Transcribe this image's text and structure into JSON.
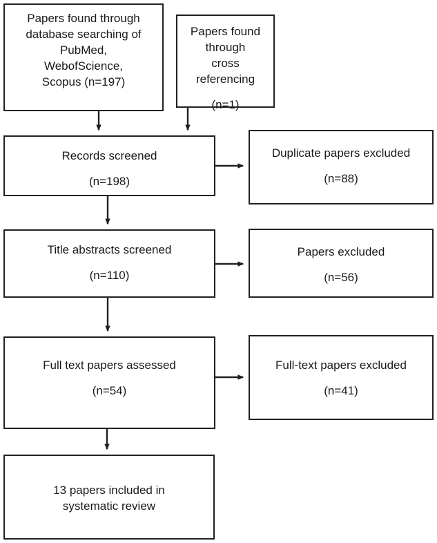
{
  "diagram": {
    "type": "prisma-flow-diagram",
    "background_color": "#ffffff",
    "stroke_color": "#231f20",
    "text_color": "#1a1a1a",
    "nodes": [
      {
        "id": "database-search",
        "lines": [
          "Papers found through",
          "database searching of",
          "PubMed,",
          "WebofScience,",
          "Scopus (n=197)"
        ],
        "count": 197
      },
      {
        "id": "cross-reference",
        "lines": [
          "Papers found",
          "through",
          "cross",
          "referencing"
        ],
        "count_line": "(n=1)",
        "count": 1
      },
      {
        "id": "records-screened",
        "lines": [
          "Records screened"
        ],
        "count_line": "(n=198)",
        "count": 198
      },
      {
        "id": "duplicates-excluded",
        "lines": [
          "Duplicate papers excluded"
        ],
        "count_line": "(n=88)",
        "count": 88
      },
      {
        "id": "title-abstracts-screened",
        "lines": [
          "Title abstracts screened"
        ],
        "count_line": "(n=110)",
        "count": 110
      },
      {
        "id": "papers-excluded",
        "lines": [
          "Papers excluded"
        ],
        "count_line": "(n=56)",
        "count": 56
      },
      {
        "id": "fulltext-assessed",
        "lines": [
          "Full text papers assessed"
        ],
        "count_line": "(n=54)",
        "count": 54
      },
      {
        "id": "fulltext-excluded",
        "lines": [
          "Full-text papers excluded"
        ],
        "count_line": "(n=41)",
        "count": 41
      },
      {
        "id": "included",
        "lines": [
          "13 papers included in",
          "systematic review"
        ],
        "count": 13
      }
    ]
  },
  "boxes": {
    "database_search": {
      "line1": "Papers found through",
      "line2": "database searching of",
      "line3": "PubMed,",
      "line4": "WebofScience,",
      "line5": "Scopus (n=197)"
    },
    "cross_reference": {
      "line1": "Papers found",
      "line2": "through",
      "line3": "cross",
      "line4": "referencing",
      "count": "(n=1)"
    },
    "records_screened": {
      "label": "Records screened",
      "count": "(n=198)"
    },
    "duplicates_excluded": {
      "label": "Duplicate papers excluded",
      "count": "(n=88)"
    },
    "title_abstracts": {
      "label": "Title abstracts screened",
      "count": "(n=110)"
    },
    "papers_excluded": {
      "label": "Papers excluded",
      "count": "(n=56)"
    },
    "fulltext_assessed": {
      "label": "Full text papers assessed",
      "count": "(n=54)"
    },
    "fulltext_excluded": {
      "label": "Full-text papers excluded",
      "count": "(n=41)"
    },
    "included": {
      "line1": "13 papers included in",
      "line2": "systematic review"
    }
  }
}
